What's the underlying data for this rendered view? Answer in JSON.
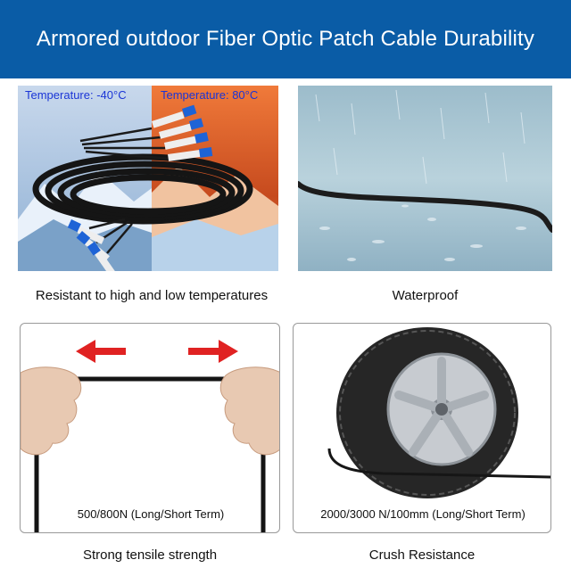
{
  "banner": {
    "title": "Armored outdoor Fiber Optic Patch Cable Durability"
  },
  "temperature_panel": {
    "cold_label": "Temperature: -40°C",
    "hot_label": "Temperature: 80°C",
    "caption": "Resistant to high and low temperatures"
  },
  "waterproof_panel": {
    "caption": "Waterproof"
  },
  "tensile_panel": {
    "spec": "500/800N (Long/Short Term)",
    "caption": "Strong tensile strength"
  },
  "crush_panel": {
    "spec": "2000/3000 N/100mm (Long/Short Term)",
    "caption": "Crush Resistance"
  },
  "colors": {
    "banner": "#0a5ca6",
    "temperature_text": "#1a35d6",
    "arrow_red": "#e02222",
    "connector_blue": "#1e63d6"
  }
}
